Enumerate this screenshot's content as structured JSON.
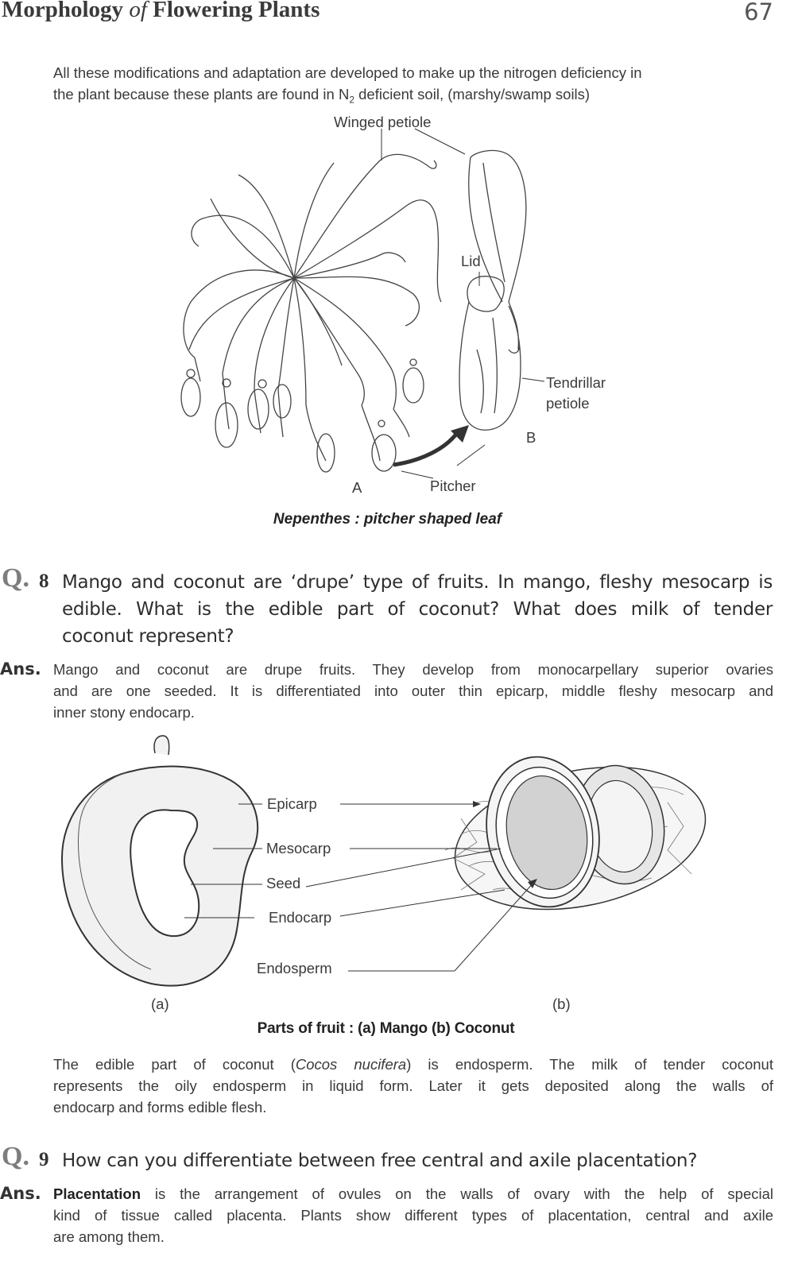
{
  "header": {
    "title_part1": "Morphology ",
    "title_of": "of",
    "title_part2": " Flowering Plants",
    "page_number": "67"
  },
  "intro": {
    "line1": "All these modifications and adaptation are developed to make up the nitrogen deficiency in",
    "line2_before": "the plant because these plants are found in N",
    "line2_sub": "2",
    "line2_after": " deficient soil, (marshy/swamp soils)"
  },
  "figure1": {
    "labels": {
      "winged_petiole": "Winged petiole",
      "lid": "Lid",
      "tendrillar": "Tendrillar",
      "petiole": "petiole",
      "b": "B",
      "a": "A",
      "pitcher": "Pitcher"
    },
    "caption": "Nepenthes : pitcher shaped leaf"
  },
  "q8": {
    "mark": "Q.",
    "number": "8",
    "line1": "Mango and coconut are ‘drupe’ type of fruits. In mango, fleshy mesocarp is",
    "line2": "edible. What is the edible part of coconut? What does milk of tender",
    "line3": "coconut represent?",
    "ans_label": "Ans.",
    "ans_line1": "Mango and coconut are drupe fruits. They develop from monocarpellary superior ovaries",
    "ans_line2": "and are one seeded. It is differentiated into outer thin epicarp, middle fleshy mesocarp and",
    "ans_line3": "inner stony endocarp."
  },
  "figure2": {
    "labels": {
      "epicarp": "Epicarp",
      "mesocarp": "Mesocarp",
      "seed": "Seed",
      "endocarp": "Endocarp",
      "endosperm": "Endosperm",
      "a": "(a)",
      "b": "(b)"
    },
    "caption": "Parts of fruit :  (a) Mango (b) Coconut"
  },
  "q8_answer_cont": {
    "line1_before": "The edible part of coconut (",
    "line1_italic": "Cocos nucifera",
    "line1_after": ") is endosperm. The milk of tender coconut",
    "line2": "represents the oily endosperm in liquid form. Later it gets deposited along the walls of",
    "line3": "endocarp and forms edible flesh."
  },
  "q9": {
    "mark": "Q.",
    "number": "9",
    "line1": "How can you differentiate between free central and axile placentation?",
    "ans_label": "Ans.",
    "ans_bold": "Placentation",
    "ans_line1_rest": " is the arrangement of ovules on the walls of ovary with the help of special",
    "ans_line2": "kind of tissue called placenta. Plants show different types of placentation, central and axile",
    "ans_line3": "are among them."
  }
}
